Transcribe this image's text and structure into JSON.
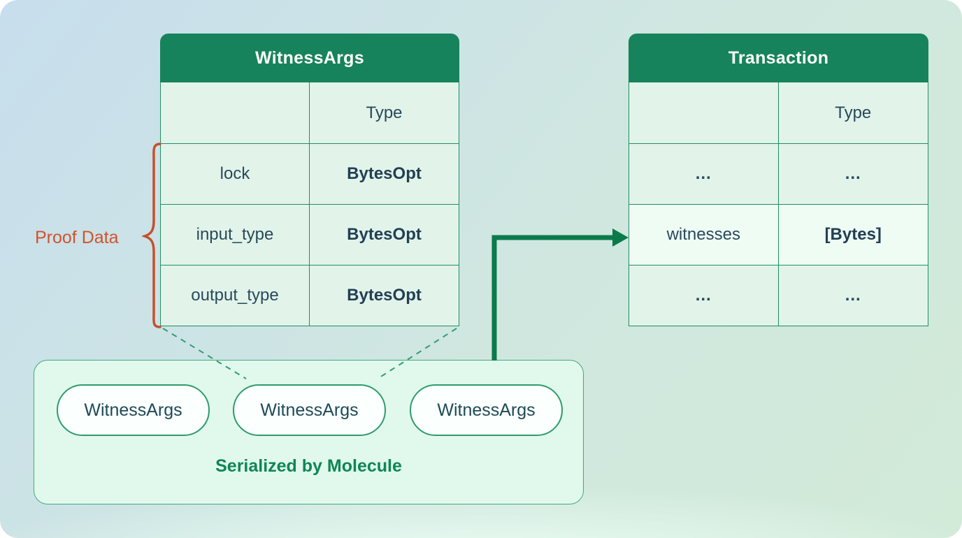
{
  "left_table": {
    "title": "WitnessArgs",
    "type_header": "Type",
    "rows": [
      {
        "field": "lock",
        "type": "BytesOpt"
      },
      {
        "field": "input_type",
        "type": "BytesOpt"
      },
      {
        "field": "output_type",
        "type": "BytesOpt"
      }
    ]
  },
  "right_table": {
    "title": "Transaction",
    "type_header": "Type",
    "rows": [
      {
        "field": "…",
        "type": "…"
      },
      {
        "field": "witnesses",
        "type": "[Bytes]"
      },
      {
        "field": "…",
        "type": "…"
      }
    ]
  },
  "annotation": {
    "label": "Proof Data"
  },
  "serialized_box": {
    "pills": [
      "WitnessArgs",
      "WitnessArgs",
      "WitnessArgs"
    ],
    "caption": "Serialized by Molecule"
  },
  "colors": {
    "header_green": "#16835c",
    "arrow_green": "#0b7a4a",
    "border_green": "#1f8e63",
    "brace_orange": "#c5502d",
    "label_orange": "#d0532c",
    "cell_mint": "#e2f4e9",
    "highlight_mint": "#effcf4",
    "box_mint": "#e1f9ec",
    "caption_green": "#0e8656",
    "text_dark": "#29495c"
  }
}
